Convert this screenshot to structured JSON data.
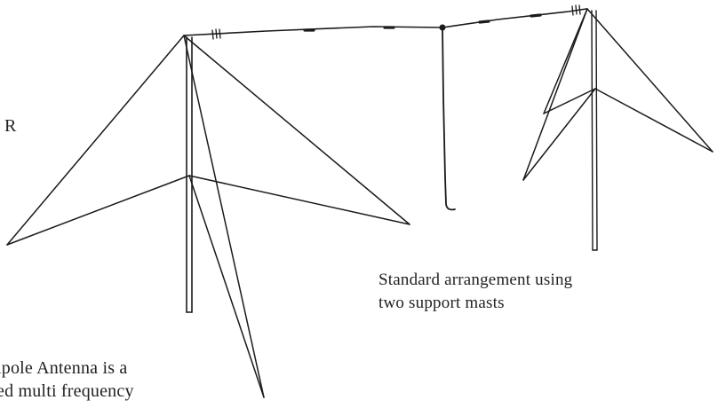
{
  "caption": {
    "line1": "Standard arrangement using",
    "line2": "two support masts"
  },
  "fragments": {
    "left_letter": "R",
    "desc_line1": "ipole Antenna is a",
    "desc_line2": "ed multi frequency"
  },
  "colors": {
    "ink": "#1a1a1a",
    "background": "#ffffff"
  }
}
